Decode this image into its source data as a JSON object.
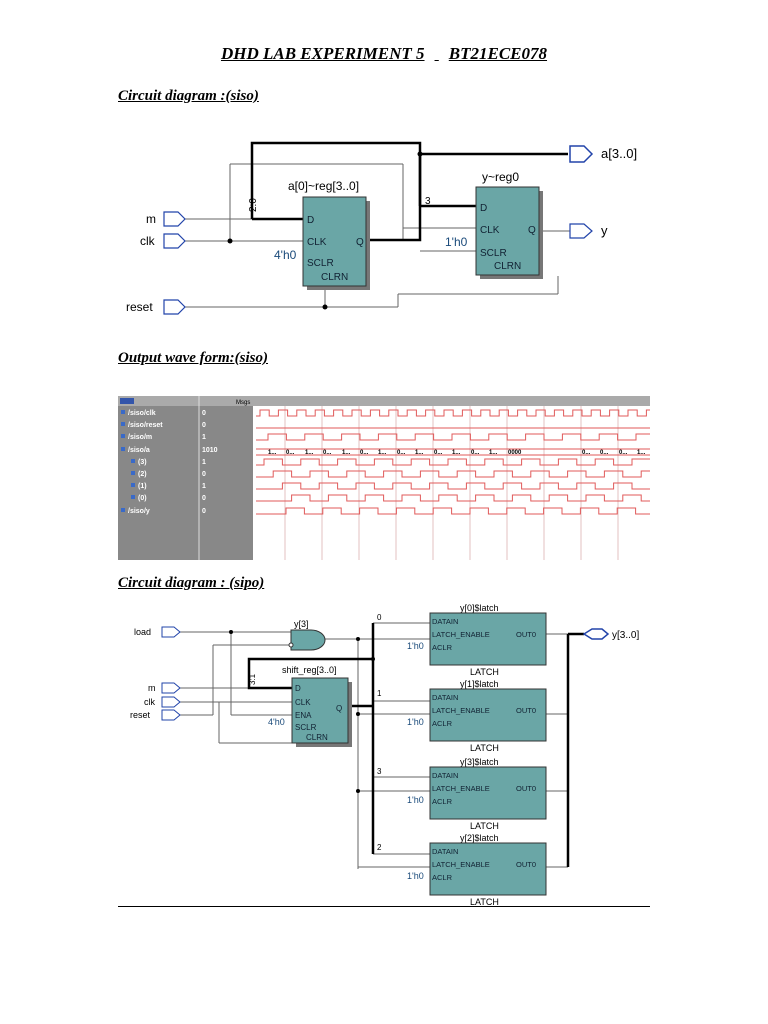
{
  "title": {
    "part1": "DHD LAB EXPERIMENT 5",
    "part2": "BT21ECE078"
  },
  "headings": {
    "siso_circuit": "Circuit diagram :(siso)",
    "siso_wave": "Output wave form:(siso)",
    "sipo_circuit": "Circuit diagram : (sipo)"
  },
  "siso": {
    "inputs": {
      "m": "m",
      "clk": "clk",
      "reset": "reset"
    },
    "reg1": {
      "name": "a[0]~reg[3..0]",
      "d": "D",
      "clk": "CLK",
      "q": "Q",
      "sclr": "SCLR",
      "clrn": "CLRN",
      "const": "4'h0"
    },
    "reg2": {
      "name": "y~reg0",
      "d": "D",
      "clk": "CLK",
      "q": "Q",
      "sclr": "SCLR",
      "clrn": "CLRN",
      "const": "1'h0"
    },
    "bus_label": "2:0",
    "bit_label": "3",
    "outputs": {
      "a": "a[3..0]",
      "y": "y"
    }
  },
  "wave": {
    "header": "Msgs",
    "signals": [
      {
        "name": "/siso/clk",
        "value": "0"
      },
      {
        "name": "/siso/reset",
        "value": "0"
      },
      {
        "name": "/siso/m",
        "value": "1"
      },
      {
        "name": "/siso/a",
        "value": "1010"
      },
      {
        "name": "(3)",
        "value": "1"
      },
      {
        "name": "(2)",
        "value": "0"
      },
      {
        "name": "(1)",
        "value": "1"
      },
      {
        "name": "(0)",
        "value": "0"
      },
      {
        "name": "/siso/y",
        "value": "0"
      }
    ],
    "bus_labels": [
      "1...",
      "0...",
      "1...",
      "0...",
      "1...",
      "0...",
      "1...",
      "0...",
      "1...",
      "0...",
      "1...",
      "0...",
      "1...",
      "0000",
      "0...",
      "0...",
      "0...",
      "1..."
    ]
  },
  "sipo": {
    "inputs": {
      "load": "load",
      "m": "m",
      "clk": "clk",
      "reset": "reset"
    },
    "and_gate": "y[3]",
    "reg": {
      "name": "shift_reg[3..0]",
      "d": "D",
      "clk": "CLK",
      "ena": "ENA",
      "sclr": "SCLR",
      "clrn": "CLRN",
      "q": "Q",
      "const": "4'h0",
      "bus": "3:1"
    },
    "latches": [
      {
        "name": "y[0]$latch",
        "bit": "0"
      },
      {
        "name": "y[1]$latch",
        "bit": "1"
      },
      {
        "name": "y[3]$latch",
        "bit": "3"
      },
      {
        "name": "y[2]$latch",
        "bit": "2"
      }
    ],
    "latch_ports": {
      "datain": "DATAIN",
      "enable": "LATCH_ENABLE",
      "aclr": "ACLR",
      "out": "OUT0",
      "const": "1'h0",
      "type": "LATCH"
    },
    "output": "y[3..0]"
  }
}
